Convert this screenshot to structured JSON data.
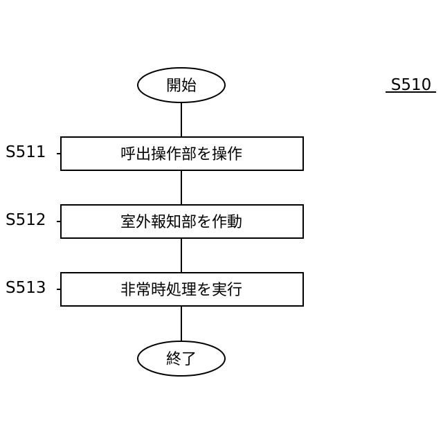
{
  "figure_label": "S510",
  "start": {
    "text": "開始"
  },
  "steps": [
    {
      "id": "S511",
      "text": "呼出操作部を操作"
    },
    {
      "id": "S512",
      "text": "室外報知部を作動"
    },
    {
      "id": "S513",
      "text": "非常時処理を実行"
    }
  ],
  "end": {
    "text": "終了"
  }
}
